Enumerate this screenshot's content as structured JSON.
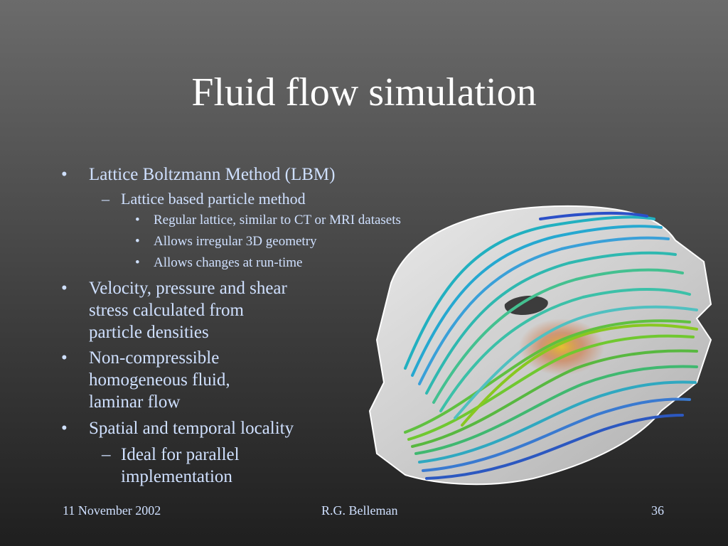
{
  "slide": {
    "title": "Fluid flow simulation",
    "bullets": [
      {
        "level": 1,
        "marker": "•",
        "text": "Lattice Boltzmann Method (LBM)"
      },
      {
        "level": 2,
        "marker": "–",
        "text": "Lattice based particle method"
      },
      {
        "level": 3,
        "marker": "•",
        "text": "Regular lattice, similar to CT or MRI datasets"
      },
      {
        "level": 3,
        "marker": "•",
        "text": "Allows irregular 3D geometry"
      },
      {
        "level": 3,
        "marker": "•",
        "text": "Allows changes at run-time"
      },
      {
        "level": 1,
        "marker": "•",
        "text": "Velocity, pressure and shear\nstress calculated from\nparticle densities"
      },
      {
        "level": 1,
        "marker": "•",
        "text": "Non-compressible\nhomogeneous fluid,\nlaminar flow"
      },
      {
        "level": 1,
        "marker": "•",
        "text": "Spatial and temporal locality"
      },
      {
        "level": 2,
        "marker": "–",
        "text": "Ideal for parallel\nimplementation"
      }
    ]
  },
  "footer": {
    "date": "11 November 2002",
    "author": "R.G. Belleman",
    "page": "36"
  },
  "colors": {
    "title": "#ffffff",
    "body_text": "#cfe0ff",
    "background_top": "#6b6b6b",
    "background_bottom": "#1f1f1f"
  },
  "image": {
    "icon": "fluid-flow-streamlines-image"
  }
}
